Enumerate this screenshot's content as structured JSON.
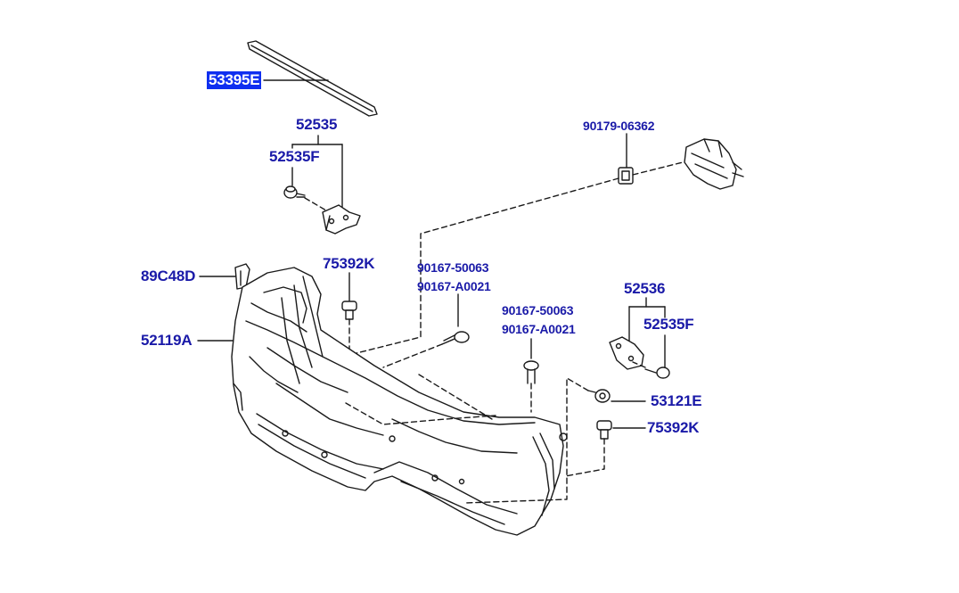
{
  "diagram": {
    "label_color": "#1a1aa8",
    "highlight_color": "#0f2ff0",
    "line_color": "#1a1a1a",
    "labels": {
      "p53395E": "53395E",
      "p52535_top": "52535",
      "p52535F_top": "52535F",
      "p90179": "90179-06362",
      "p89C48D": "89C48D",
      "p75392K_top": "75392K",
      "p90167_50063_a": "90167-50063",
      "p90167_A0021_a": "90167-A0021",
      "p52119A": "52119A",
      "p90167_50063_b": "90167-50063",
      "p90167_A0021_b": "90167-A0021",
      "p52536": "52536",
      "p52535F_right": "52535F",
      "p53121E": "53121E",
      "p75392K_bottom": "75392K"
    },
    "selected_part": "53395E"
  }
}
